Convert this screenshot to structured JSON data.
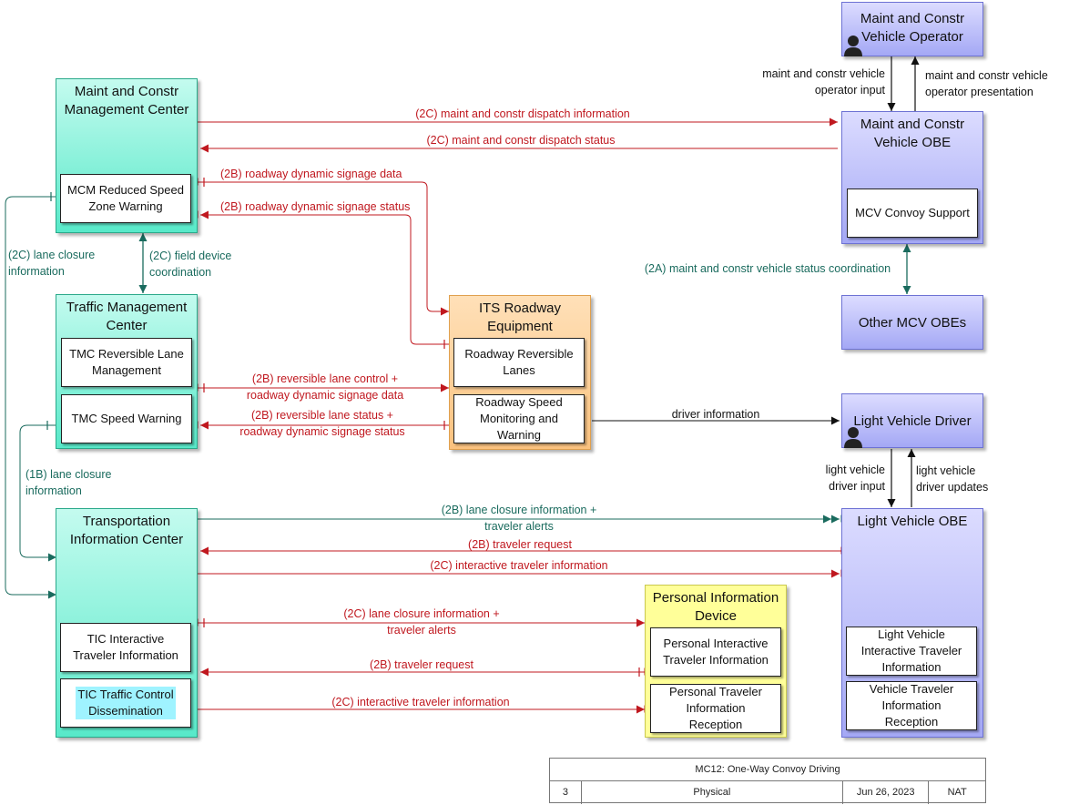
{
  "nodes": {
    "mcm": "Maint and Constr\nManagement Center",
    "tmc": "Traffic Management\nCenter",
    "tic": "Transportation\nInformation Center",
    "its": "ITS Roadway\nEquipment",
    "pid": "Personal Information\nDevice",
    "operator": "Maint and Constr\nVehicle Operator",
    "mcvobe": "Maint and Constr\nVehicle OBE",
    "othermcv": "Other MCV OBEs",
    "lvdriver": "Light Vehicle Driver",
    "lvobe": "Light Vehicle OBE"
  },
  "objects": {
    "mcm_rsz": "MCM Reduced Speed\nZone Warning",
    "tmc_rev": "TMC Reversible Lane\nManagement",
    "tmc_speed": "TMC Speed Warning",
    "tic_interactive": "TIC Interactive\nTraveler Information",
    "tic_traffic": "TIC Traffic Control\nDissemination",
    "rw_rev": "Roadway Reversible\nLanes",
    "rw_speed": "Roadway Speed\nMonitoring and\nWarning",
    "pid_interactive": "Personal Interactive\nTraveler Information",
    "pid_reception": "Personal Traveler\nInformation\nReception",
    "mcv_convoy": "MCV Convoy Support",
    "lv_interactive": "Light Vehicle\nInteractive Traveler\nInformation",
    "lv_reception": "Vehicle Traveler\nInformation\nReception"
  },
  "flows": {
    "dispatch_info": "(2C) maint and constr dispatch information",
    "dispatch_status": "(2C) maint and constr dispatch status",
    "signage_data": "(2B) roadway dynamic signage data",
    "signage_status": "(2B) roadway dynamic signage status",
    "lane_closure_left": "(2C) lane closure\ninformation",
    "field_coord": "(2C) field device\ncoordination",
    "rev_control": "(2B) reversible lane control +\nroadway dynamic signage data",
    "rev_status": "(2B) reversible lane status +\nroadway dynamic signage status",
    "lane_closure_1b": "(1B) lane closure\ninformation",
    "driver_info": "driver information",
    "mcv_status": "(2A) maint and constr vehicle status coordination",
    "op_input": "maint and constr vehicle\noperator input",
    "op_presentation": "maint and constr vehicle\noperator presentation",
    "lv_input": "light vehicle\ndriver input",
    "lv_updates": "light vehicle\ndriver updates",
    "lv_alerts": "(2B) lane closure information +\ntraveler alerts",
    "lv_request": "(2B) traveler request",
    "lv_interactive": "(2C) interactive traveler information",
    "pid_alerts": "(2C) lane closure information +\ntraveler alerts",
    "pid_request": "(2B) traveler request",
    "pid_interactive": "(2C) interactive traveler information"
  },
  "title_block": {
    "title": "MC12: One-Way Convoy Driving",
    "number": "3",
    "view": "Physical",
    "date": "Jun 26, 2023",
    "org": "NAT"
  },
  "colors": {
    "center": "#58e9c9",
    "vehicle": "#a4a8f5",
    "field": "#fbc27e",
    "personal": "#ffff99",
    "flow_red": "#c0181f",
    "flow_teal": "#1a6b5e",
    "flow_black": "#111111"
  }
}
